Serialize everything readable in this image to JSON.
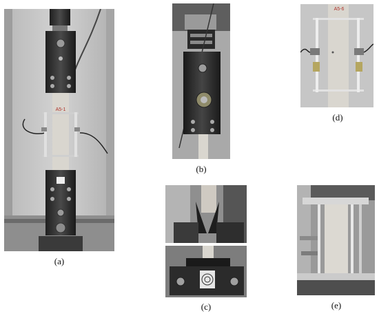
{
  "panels": {
    "a": {
      "caption": "(a)",
      "specimen_label": "A5-1"
    },
    "b": {
      "caption": "(b)"
    },
    "c": {
      "caption": "(c)"
    },
    "d": {
      "caption": "(d)",
      "specimen_label": "A5-6"
    },
    "e": {
      "caption": "(e)"
    }
  },
  "colors": {
    "steel_dark": "#2c2c2c",
    "steel_mid": "#5a5a5a",
    "specimen": "#d9d6cf",
    "background_lab": "#c9c9c9",
    "background_wall": "#bcbcbc",
    "marker_red": "#b0332a"
  }
}
